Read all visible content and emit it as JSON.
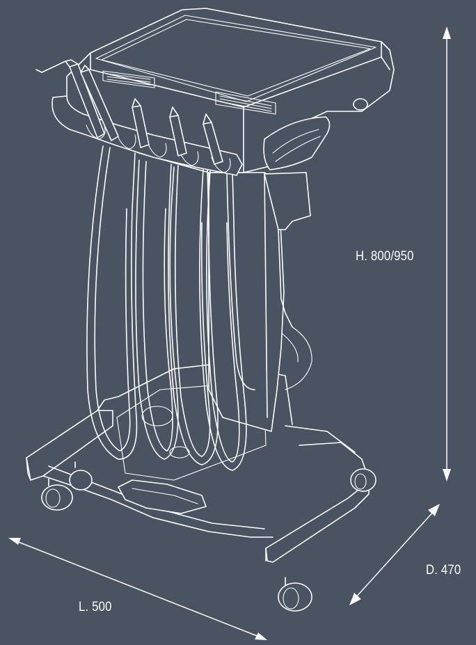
{
  "dimensions": {
    "height_label": "H. 800/950",
    "depth_label": "D. 470",
    "length_label": "L. 500"
  },
  "colors": {
    "background": "#4a5361",
    "line": "#ffffff"
  },
  "illustration": "mobile-dental-cart-icon"
}
